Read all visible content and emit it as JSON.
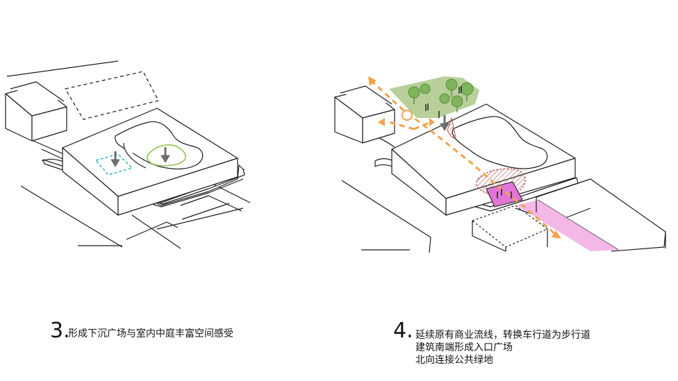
{
  "colors": {
    "line": "#1a1a1a",
    "arrow_gray": "#6e6e6e",
    "cyan_dash": "#3fb3c0",
    "green_line": "#8cc04a",
    "park_fill": "#b8cf9a",
    "tree_fill": "#7fb55a",
    "orange_path": "#f2a24a",
    "pink_fill": "#f3b8e6",
    "magenta_fill": "#e276d6",
    "red_hatch": "#b55050"
  },
  "captions": [
    {
      "number": "3.",
      "lines": [
        "形成下沉广场与室内中庭丰富空间感受"
      ]
    },
    {
      "number": "4.",
      "lines": [
        "延续原有商业流线，转换车行道为步行道",
        "建筑南端形成入口广场",
        "北向连接公共绿地"
      ]
    }
  ]
}
